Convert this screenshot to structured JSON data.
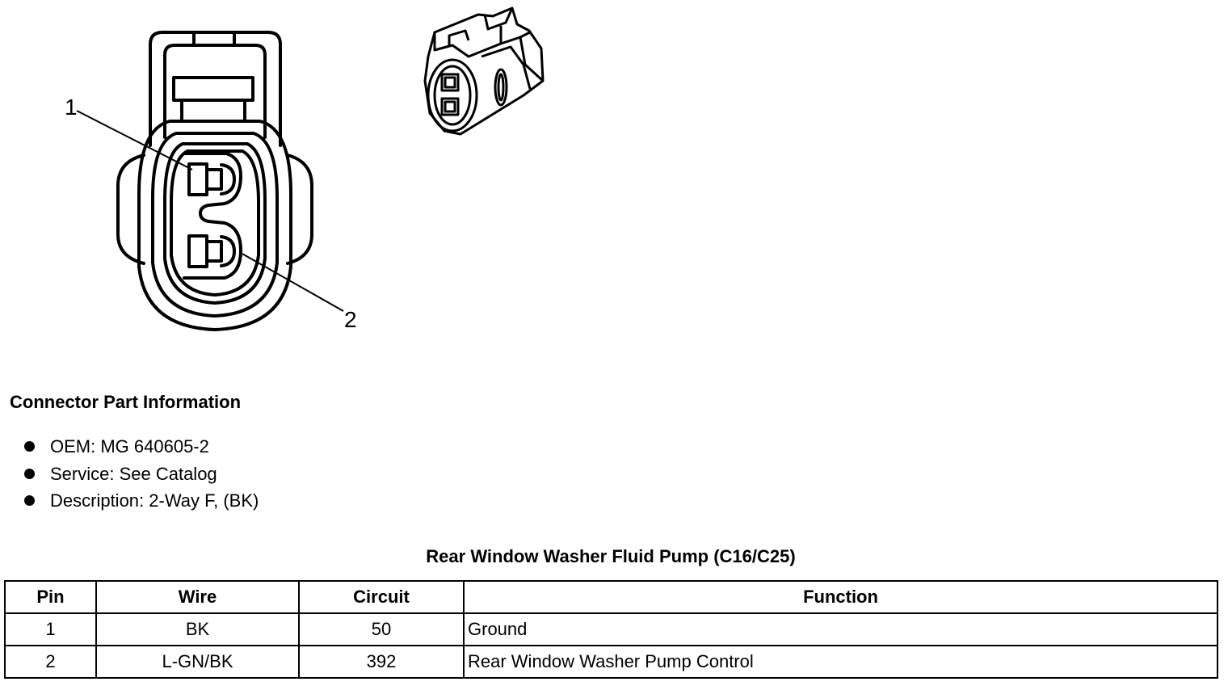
{
  "diagram": {
    "callouts": [
      "1",
      "2"
    ]
  },
  "connector_info": {
    "heading": "Connector Part Information",
    "items": [
      "OEM: MG 640605-2",
      "Service: See Catalog",
      "Description: 2-Way F, (BK)"
    ]
  },
  "table": {
    "title": "Rear Window Washer Fluid Pump (C16/C25)",
    "headers": [
      "Pin",
      "Wire",
      "Circuit",
      "Function"
    ],
    "rows": [
      [
        "1",
        "BK",
        "50",
        "Ground"
      ],
      [
        "2",
        "L-GN/BK",
        "392",
        "Rear Window Washer Pump Control"
      ]
    ]
  }
}
